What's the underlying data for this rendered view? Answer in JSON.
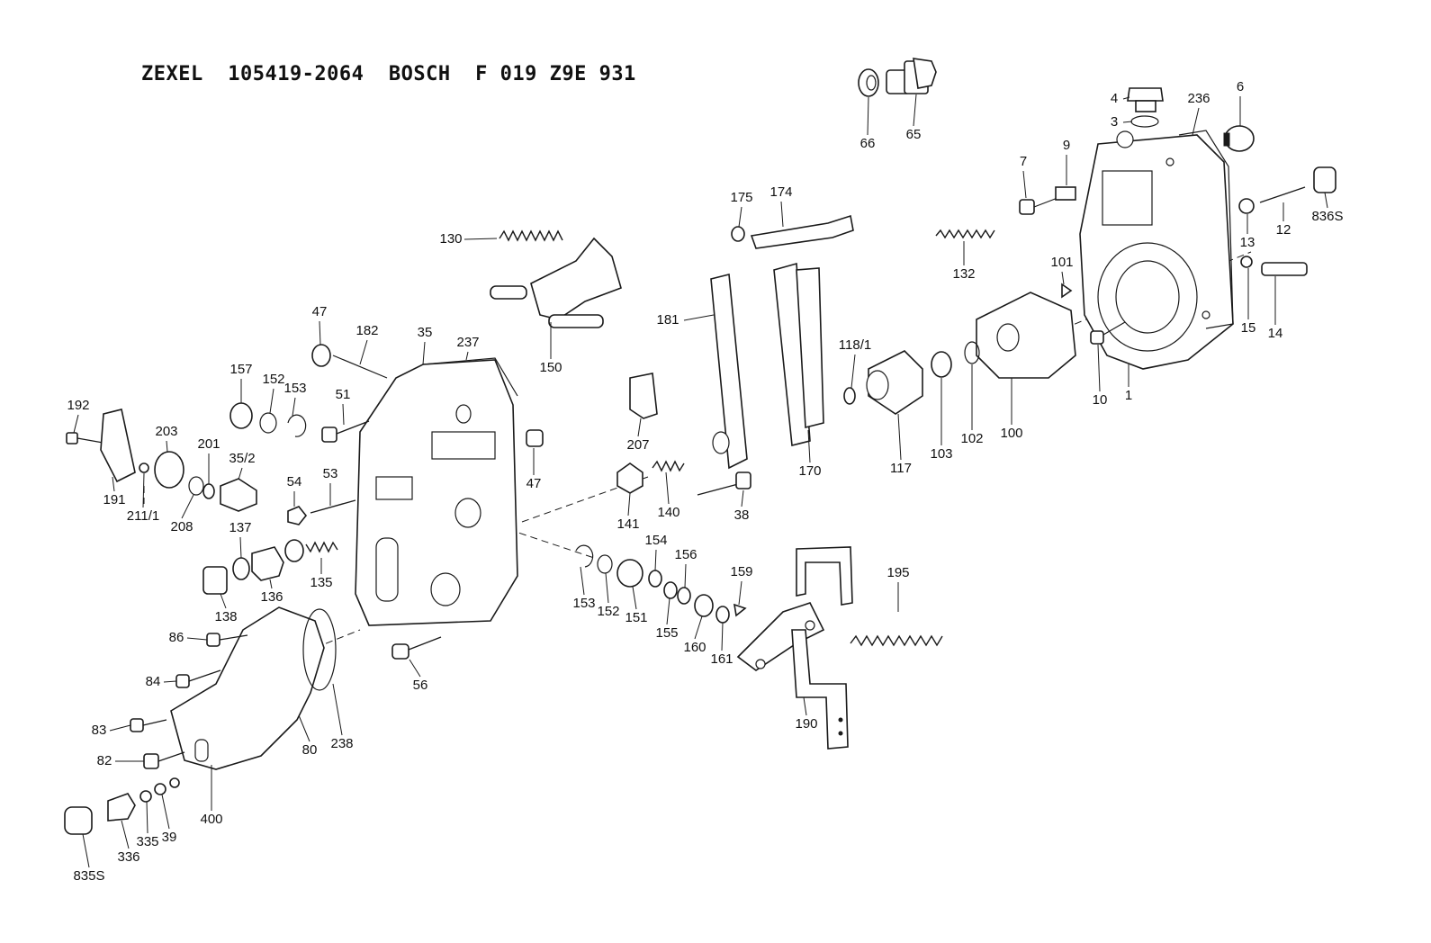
{
  "title": "ZEXEL  105419-2064  BOSCH  F 019 Z9E 931",
  "labels": {
    "p1": "1",
    "p3": "3",
    "p4": "4",
    "p6": "6",
    "p7": "7",
    "p9": "9",
    "p10": "10",
    "p12": "12",
    "p13": "13",
    "p14": "14",
    "p15": "15",
    "p35": "35",
    "p35_2": "35/2",
    "p38": "38",
    "p39": "39",
    "p47a": "47",
    "p47b": "47",
    "p51": "51",
    "p53": "53",
    "p54": "54",
    "p56": "56",
    "p65": "65",
    "p66": "66",
    "p80": "80",
    "p82": "82",
    "p83": "83",
    "p84": "84",
    "p86": "86",
    "p100": "100",
    "p101": "101",
    "p102": "102",
    "p103": "103",
    "p117": "117",
    "p118_1": "118/1",
    "p130": "130",
    "p132": "132",
    "p135": "135",
    "p136": "136",
    "p137": "137",
    "p138": "138",
    "p140": "140",
    "p141": "141",
    "p150": "150",
    "p151": "151",
    "p152a": "152",
    "p152b": "152",
    "p153a": "153",
    "p153b": "153",
    "p154": "154",
    "p155": "155",
    "p156": "156",
    "p157": "157",
    "p159": "159",
    "p160": "160",
    "p161": "161",
    "p170": "170",
    "p174": "174",
    "p175": "175",
    "p181": "181",
    "p182": "182",
    "p190": "190",
    "p191": "191",
    "p192": "192",
    "p195": "195",
    "p201": "201",
    "p203": "203",
    "p207": "207",
    "p208": "208",
    "p211_1": "211/1",
    "p236": "236",
    "p237": "237",
    "p238": "238",
    "p335": "335",
    "p336": "336",
    "p400": "400",
    "p835s": "835S",
    "p836s": "836S"
  }
}
